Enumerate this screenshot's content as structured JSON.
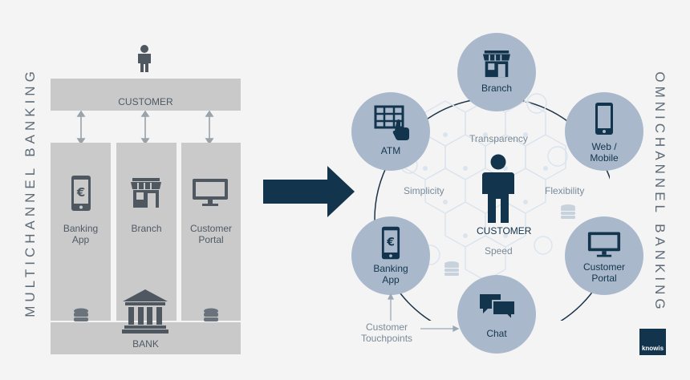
{
  "multichannel": {
    "side_label": "MULTICHANNEL BANKING",
    "customer_label": "CUSTOMER",
    "bank_label": "BANK",
    "channels": [
      {
        "label_line1": "Banking",
        "label_line2": "App",
        "icon": "mobile-euro-icon"
      },
      {
        "label_line1": "Branch",
        "label_line2": "",
        "icon": "storefront-icon"
      },
      {
        "label_line1": "Customer",
        "label_line2": "Portal",
        "icon": "monitor-icon"
      }
    ]
  },
  "omnichannel": {
    "side_label": "OMNICHANNEL BANKING",
    "center_label": "CUSTOMER",
    "traits": {
      "transparency": "Transparency",
      "simplicity": "Simplicity",
      "flexibility": "Flexibility",
      "speed": "Speed"
    },
    "touchpoints": {
      "branch": {
        "line1": "Branch",
        "line2": ""
      },
      "web": {
        "line1": "Web /",
        "line2": "Mobile"
      },
      "portal": {
        "line1": "Customer",
        "line2": "Portal"
      },
      "chat": {
        "line1": "Chat",
        "line2": ""
      },
      "app": {
        "line1": "Banking",
        "line2": "App"
      },
      "atm": {
        "line1": "ATM",
        "line2": ""
      }
    },
    "callout_line1": "Customer",
    "callout_line2": "Touchpoints"
  },
  "logo_text": "knowis",
  "colors": {
    "navy": "#13344d",
    "circle": "#a9b9cb",
    "panel": "#c9c9c9",
    "icon_gray": "#5a636c"
  }
}
